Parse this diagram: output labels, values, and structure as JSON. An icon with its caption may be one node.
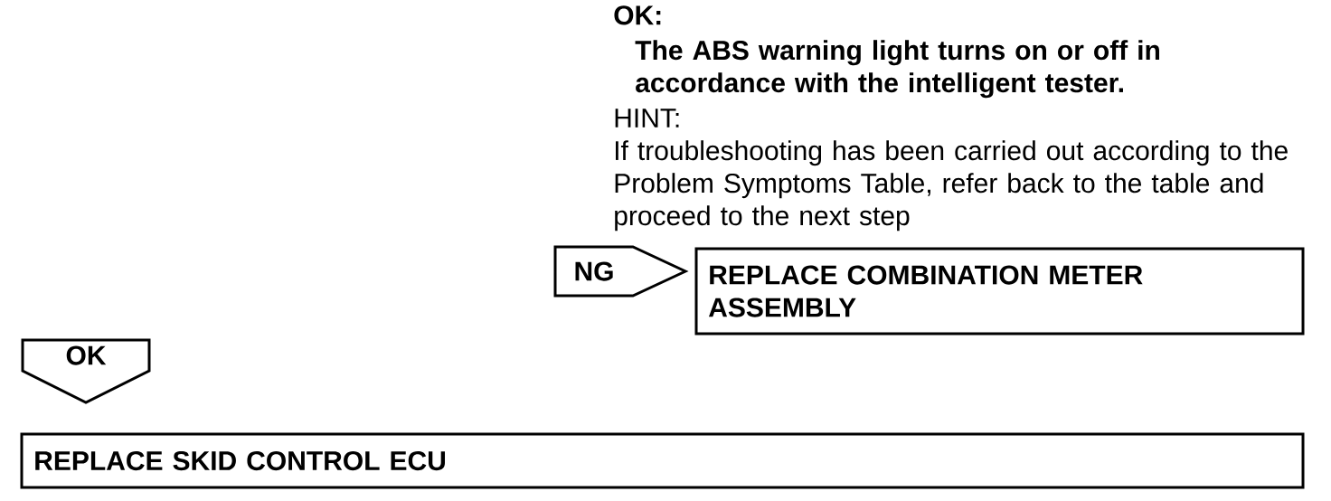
{
  "diagram": {
    "nodes": [
      {
        "text": [
          "NG"
        ]
      },
      {
        "text": [
          "REPLACE COMBINATION METER ASSEMBLY"
        ]
      },
      {
        "text": [
          "OK"
        ]
      },
      {
        "text": [
          "REPLACE SKID CONTROL ECU"
        ]
      }
    ],
    "labels": [
      "OK:",
      "The ABS warning light turns on or off in accordance with the intelligent tester.",
      "HINT:",
      "If troubleshooting has been carried out according to the Problem Symptoms Table, refer back to the table and proceed to the next step"
    ]
  }
}
